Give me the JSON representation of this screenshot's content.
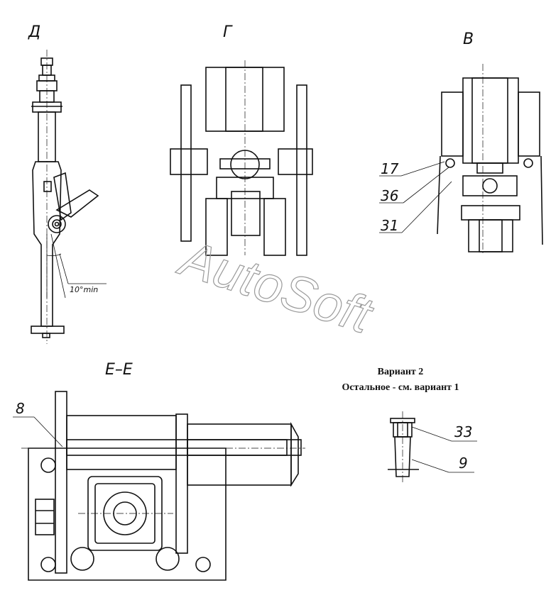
{
  "views": {
    "d": {
      "title": "Д",
      "angle_note": "10°min"
    },
    "g": {
      "title": "Г"
    },
    "v": {
      "title": "В",
      "callouts": [
        "17",
        "36",
        "31"
      ]
    },
    "ee": {
      "title": "Е–Е",
      "callouts": [
        "8"
      ]
    }
  },
  "variant": {
    "heading": "Вариант 2",
    "note": "Остальное - см. вариант 1",
    "callouts": [
      "33",
      "9"
    ]
  },
  "watermark": "AutoSoft"
}
